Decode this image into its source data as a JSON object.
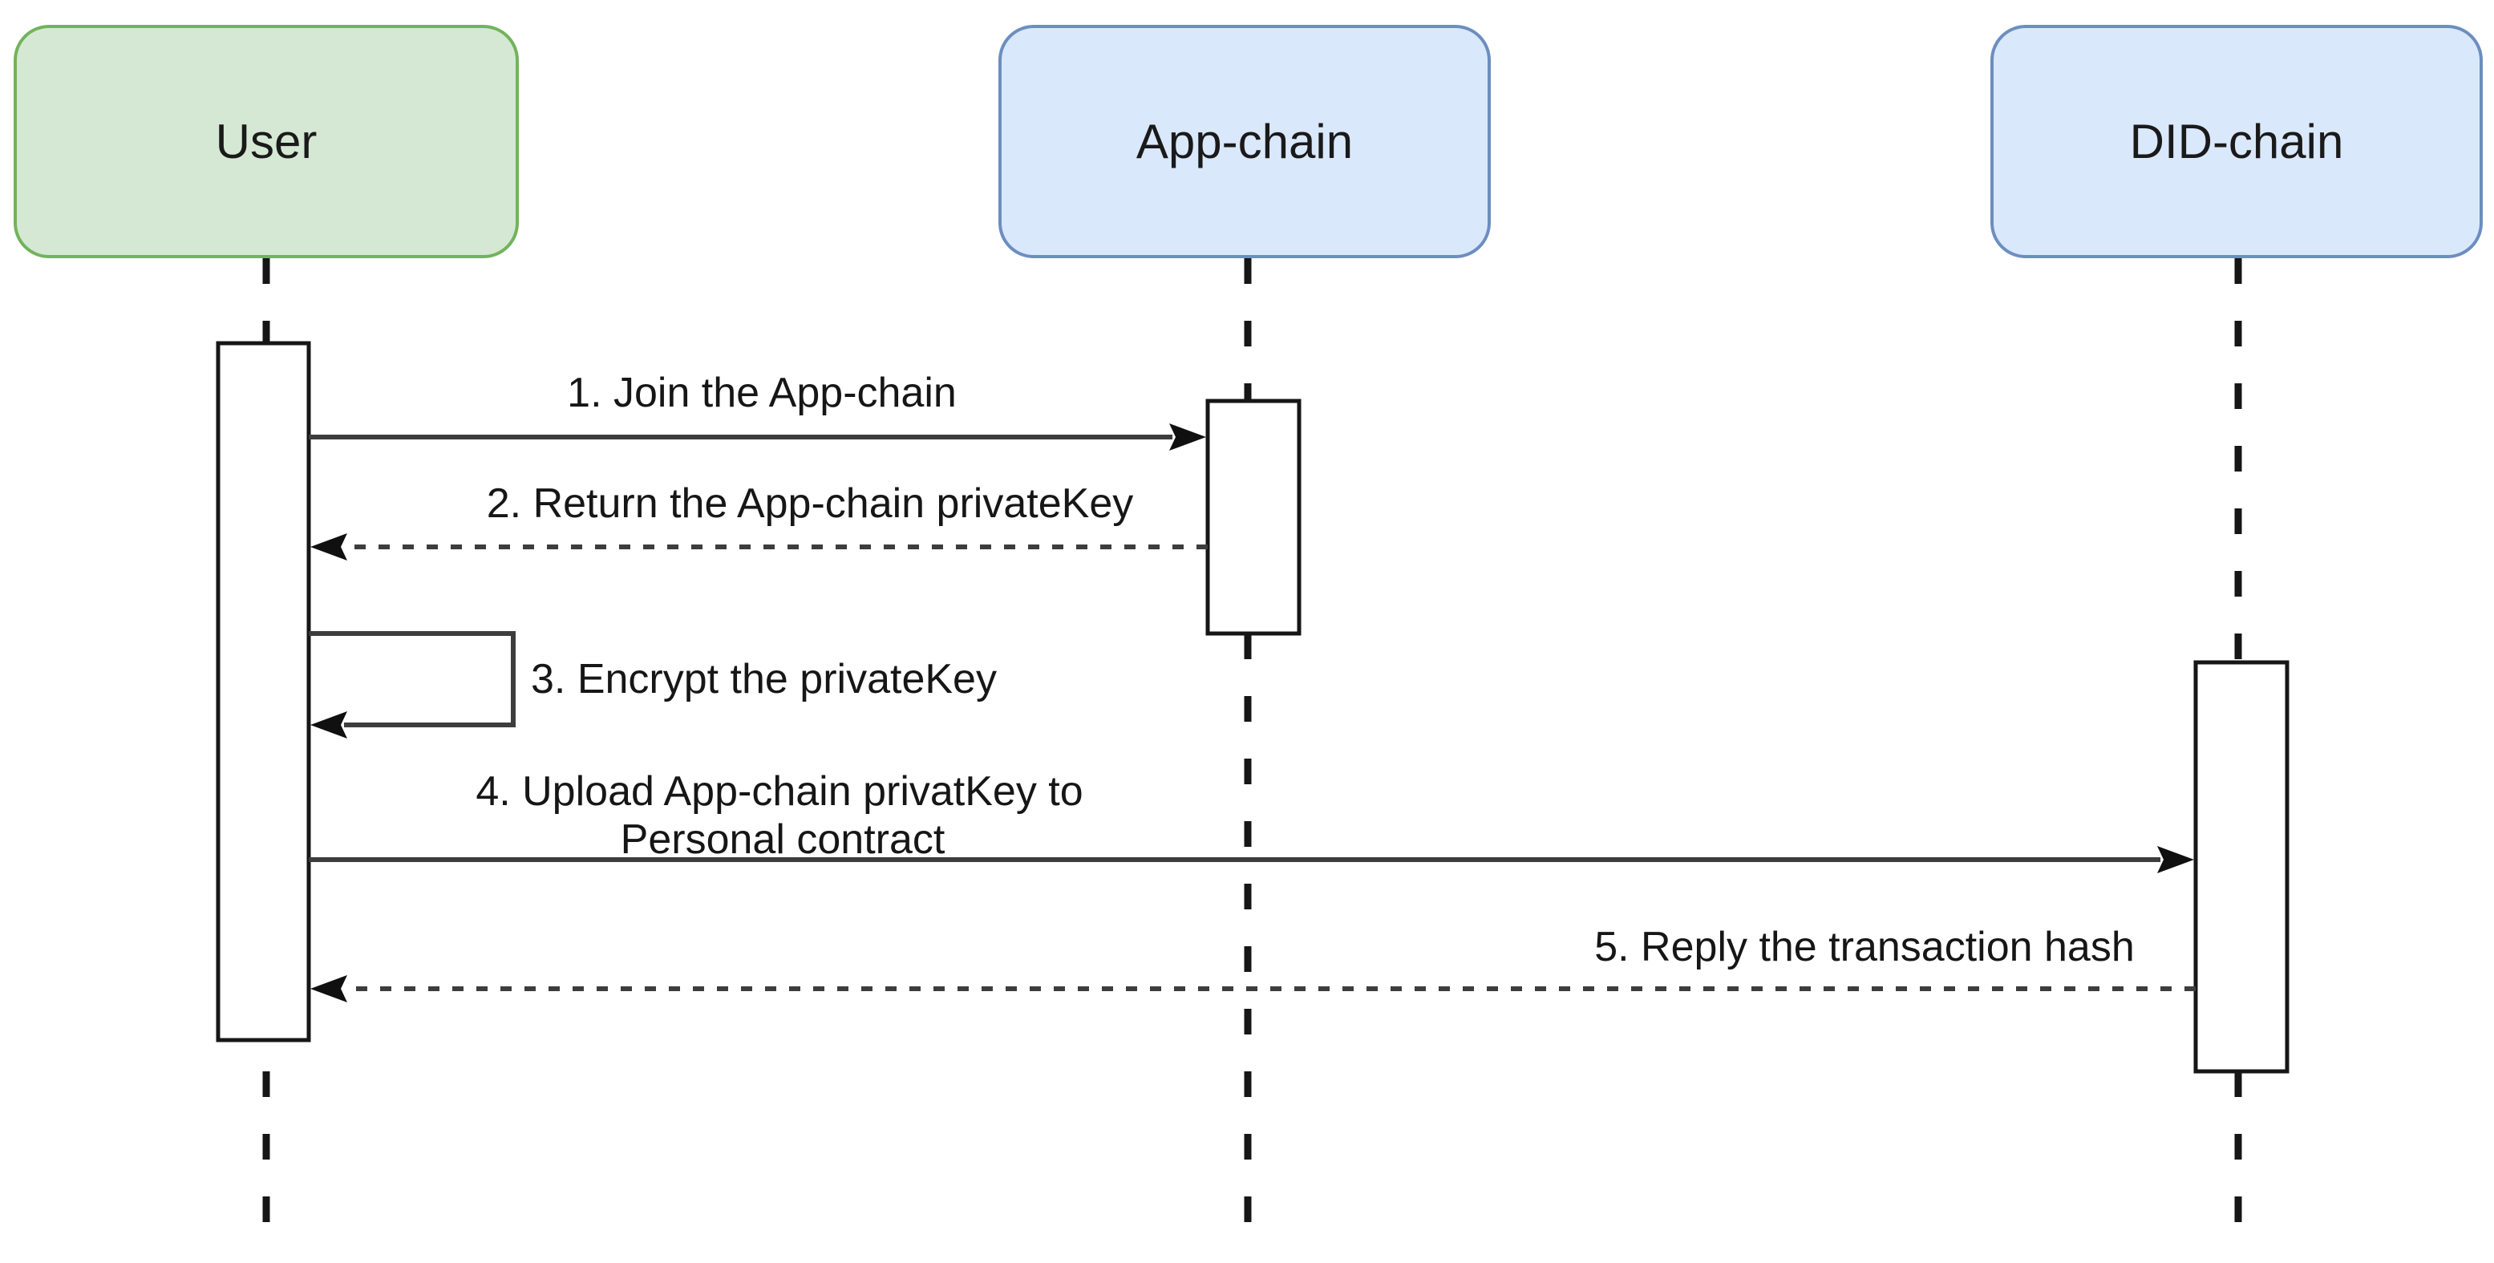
{
  "diagram": {
    "type": "sequence-diagram",
    "actors": [
      {
        "label": "User",
        "fill": "#d5e8d4",
        "stroke": "#72b35c"
      },
      {
        "label": "App-chain",
        "fill": "#dae8fc",
        "stroke": "#6c8ebf"
      },
      {
        "label": "DID-chain",
        "fill": "#dae8fc",
        "stroke": "#6c8ebf"
      }
    ],
    "messages": [
      {
        "label": "1. Join the App-chain",
        "from": "User",
        "to": "App-chain",
        "line": "solid"
      },
      {
        "label": "2. Return the App-chain privateKey",
        "from": "App-chain",
        "to": "User",
        "line": "dashed"
      },
      {
        "label": "3. Encrypt the privateKey",
        "from": "User",
        "to": "User",
        "line": "self"
      },
      {
        "label": "4. Upload App-chain privatKey to Personal contract",
        "lines": [
          "4. Upload App-chain privatKey to",
          "Personal contract"
        ],
        "from": "User",
        "to": "DID-chain",
        "line": "solid"
      },
      {
        "label": "5. Reply the transaction hash",
        "from": "DID-chain",
        "to": "User",
        "line": "dashed"
      }
    ]
  }
}
